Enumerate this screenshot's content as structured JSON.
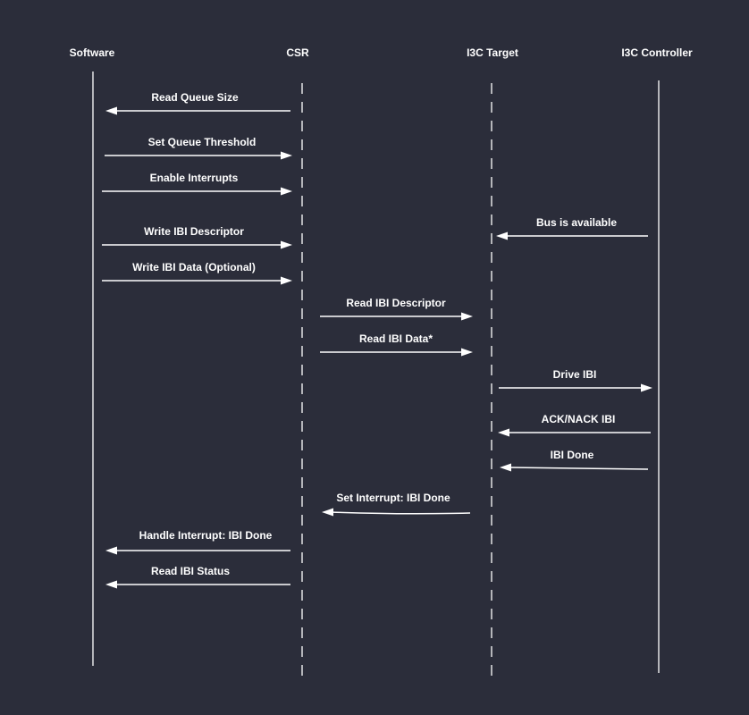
{
  "background": "#2b2d3a",
  "stroke_color": "#ffffff",
  "participants": [
    {
      "id": "software",
      "label": "Software",
      "line_style": "solid"
    },
    {
      "id": "csr",
      "label": "CSR",
      "line_style": "dashed"
    },
    {
      "id": "i3c_target",
      "label": "I3C Target",
      "line_style": "dashed"
    },
    {
      "id": "i3c_controller",
      "label": "I3C Controller",
      "line_style": "solid"
    }
  ],
  "messages": [
    {
      "label": "Read Queue Size",
      "from": "csr",
      "to": "software"
    },
    {
      "label": "Set Queue Threshold",
      "from": "software",
      "to": "csr"
    },
    {
      "label": "Enable Interrupts",
      "from": "software",
      "to": "csr"
    },
    {
      "label": "Bus is available",
      "from": "i3c_controller",
      "to": "i3c_target"
    },
    {
      "label": "Write IBI Descriptor",
      "from": "software",
      "to": "csr"
    },
    {
      "label": "Write IBI Data (Optional)",
      "from": "software",
      "to": "csr"
    },
    {
      "label": "Read IBI Descriptor",
      "from": "csr",
      "to": "i3c_target"
    },
    {
      "label": "Read IBI Data*",
      "from": "csr",
      "to": "i3c_target"
    },
    {
      "label": "Drive IBI",
      "from": "i3c_target",
      "to": "i3c_controller"
    },
    {
      "label": "ACK/NACK IBI",
      "from": "i3c_controller",
      "to": "i3c_target"
    },
    {
      "label": "IBI Done",
      "from": "i3c_controller",
      "to": "i3c_target"
    },
    {
      "label": "Set Interrupt: IBI Done",
      "from": "i3c_target",
      "to": "csr"
    },
    {
      "label": "Handle Interrupt: IBI Done",
      "from": "csr",
      "to": "software"
    },
    {
      "label": "Read IBI Status",
      "from": "csr",
      "to": "software"
    }
  ]
}
